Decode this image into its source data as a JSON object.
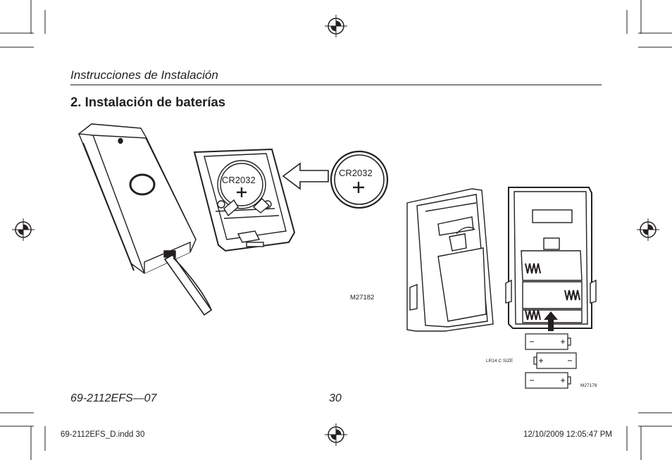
{
  "header": {
    "title": "Instrucciones de Instalación"
  },
  "section": {
    "title": "2. Instalación de baterías"
  },
  "figures": {
    "left": {
      "code": "M27182",
      "coin_label_case": "CR2032",
      "coin_label_battery": "CR2032"
    },
    "right": {
      "code": "M27178",
      "battery_label": "LR14 C SIZE"
    }
  },
  "footer": {
    "doc_code": "69-2112EFS—07",
    "page": "30"
  },
  "slug": {
    "file": "69-2112EFS_D.indd   30",
    "timestamp": "12/10/2009   12:05:47 PM"
  }
}
